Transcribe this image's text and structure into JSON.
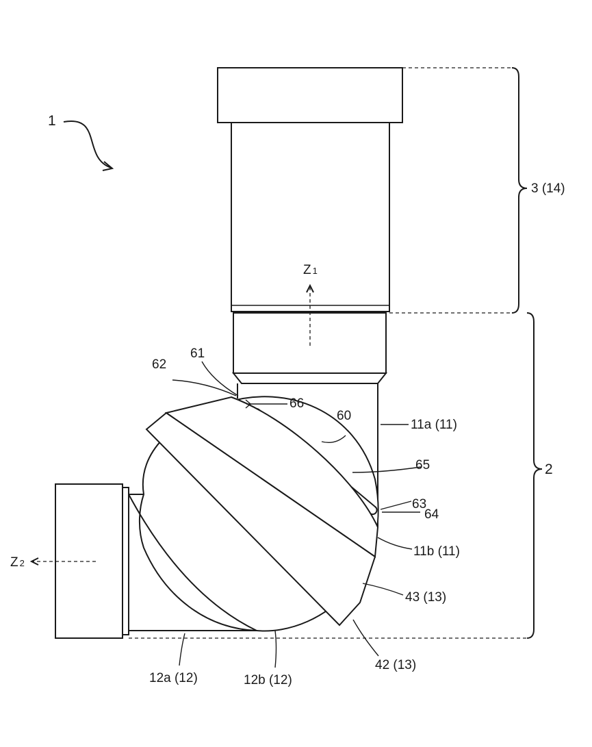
{
  "labels": {
    "assembly": "1",
    "upper_bracket": "3 (14)",
    "lower_bracket": "2",
    "axis_z1": "Z",
    "axis_z1_sub": "1",
    "axis_z2": "Z",
    "axis_z2_sub": "2",
    "l61": "61",
    "l62": "62",
    "l66": "66",
    "l60": "60",
    "l11a": "11a (11)",
    "l65": "65",
    "l63": "63",
    "l64": "64",
    "l11b": "11b (11)",
    "l43": "43 (13)",
    "l42": "42 (13)",
    "l12a": "12a (12)",
    "l12b": "12b (12)"
  }
}
